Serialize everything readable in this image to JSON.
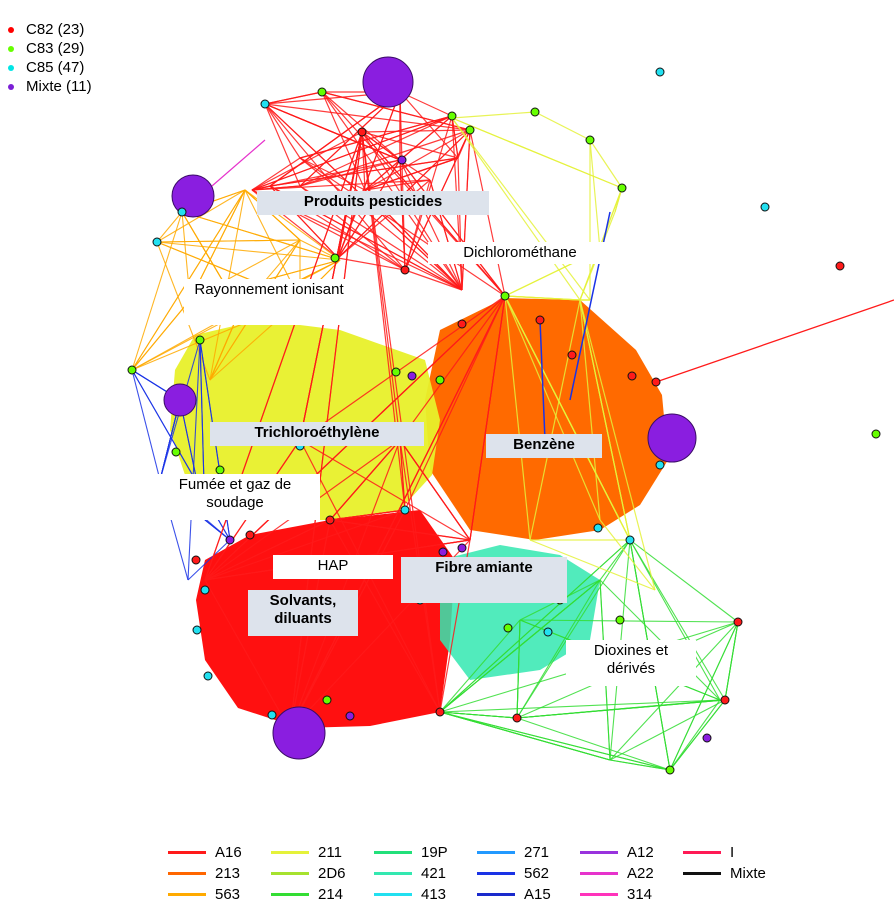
{
  "group_legend": [
    {
      "label": "C82 (23)",
      "color": "#ff0000"
    },
    {
      "label": "C83 (29)",
      "color": "#66ff00"
    },
    {
      "label": "C85 (47)",
      "color": "#00e5e5"
    },
    {
      "label": "Mixte (11)",
      "color": "#7b1fd6"
    }
  ],
  "region_labels": [
    {
      "text": "Produits pesticides",
      "style": "box"
    },
    {
      "text": "Dichlorométhane",
      "style": "white"
    },
    {
      "text": "Rayonnement ionisant",
      "style": "white"
    },
    {
      "text": "Trichloroéthylène",
      "style": "box"
    },
    {
      "text": "Benzène",
      "style": "box"
    },
    {
      "text": "Fumée et gaz de soudage",
      "style": "white"
    },
    {
      "text": "HAP",
      "style": "white"
    },
    {
      "text": "Fibre amiante",
      "style": "box"
    },
    {
      "text": "Solvants, diluants",
      "style": "box"
    },
    {
      "text": "Dioxines et dérivés",
      "style": "white"
    }
  ],
  "edge_legend": [
    {
      "label": "A16",
      "color": "#ff1a1a"
    },
    {
      "label": "213",
      "color": "#ff6600"
    },
    {
      "label": "563",
      "color": "#ffaa00"
    },
    {
      "label": "211",
      "color": "#e5f23a"
    },
    {
      "label": "2D6",
      "color": "#a6e22e"
    },
    {
      "label": "214",
      "color": "#33dd33"
    },
    {
      "label": "19P",
      "color": "#22e07a"
    },
    {
      "label": "421",
      "color": "#33e8b0"
    },
    {
      "label": "413",
      "color": "#22e0f0"
    },
    {
      "label": "271",
      "color": "#2299ff"
    },
    {
      "label": "562",
      "color": "#1a33e6"
    },
    {
      "label": "A15",
      "color": "#1a2acc"
    },
    {
      "label": "A12",
      "color": "#9933dd"
    },
    {
      "label": "A22",
      "color": "#e633cc"
    },
    {
      "label": "314",
      "color": "#ff33bb"
    },
    {
      "label": "I",
      "color": "#ff1a55"
    },
    {
      "label": "Mixte",
      "color": "#111111"
    }
  ]
}
